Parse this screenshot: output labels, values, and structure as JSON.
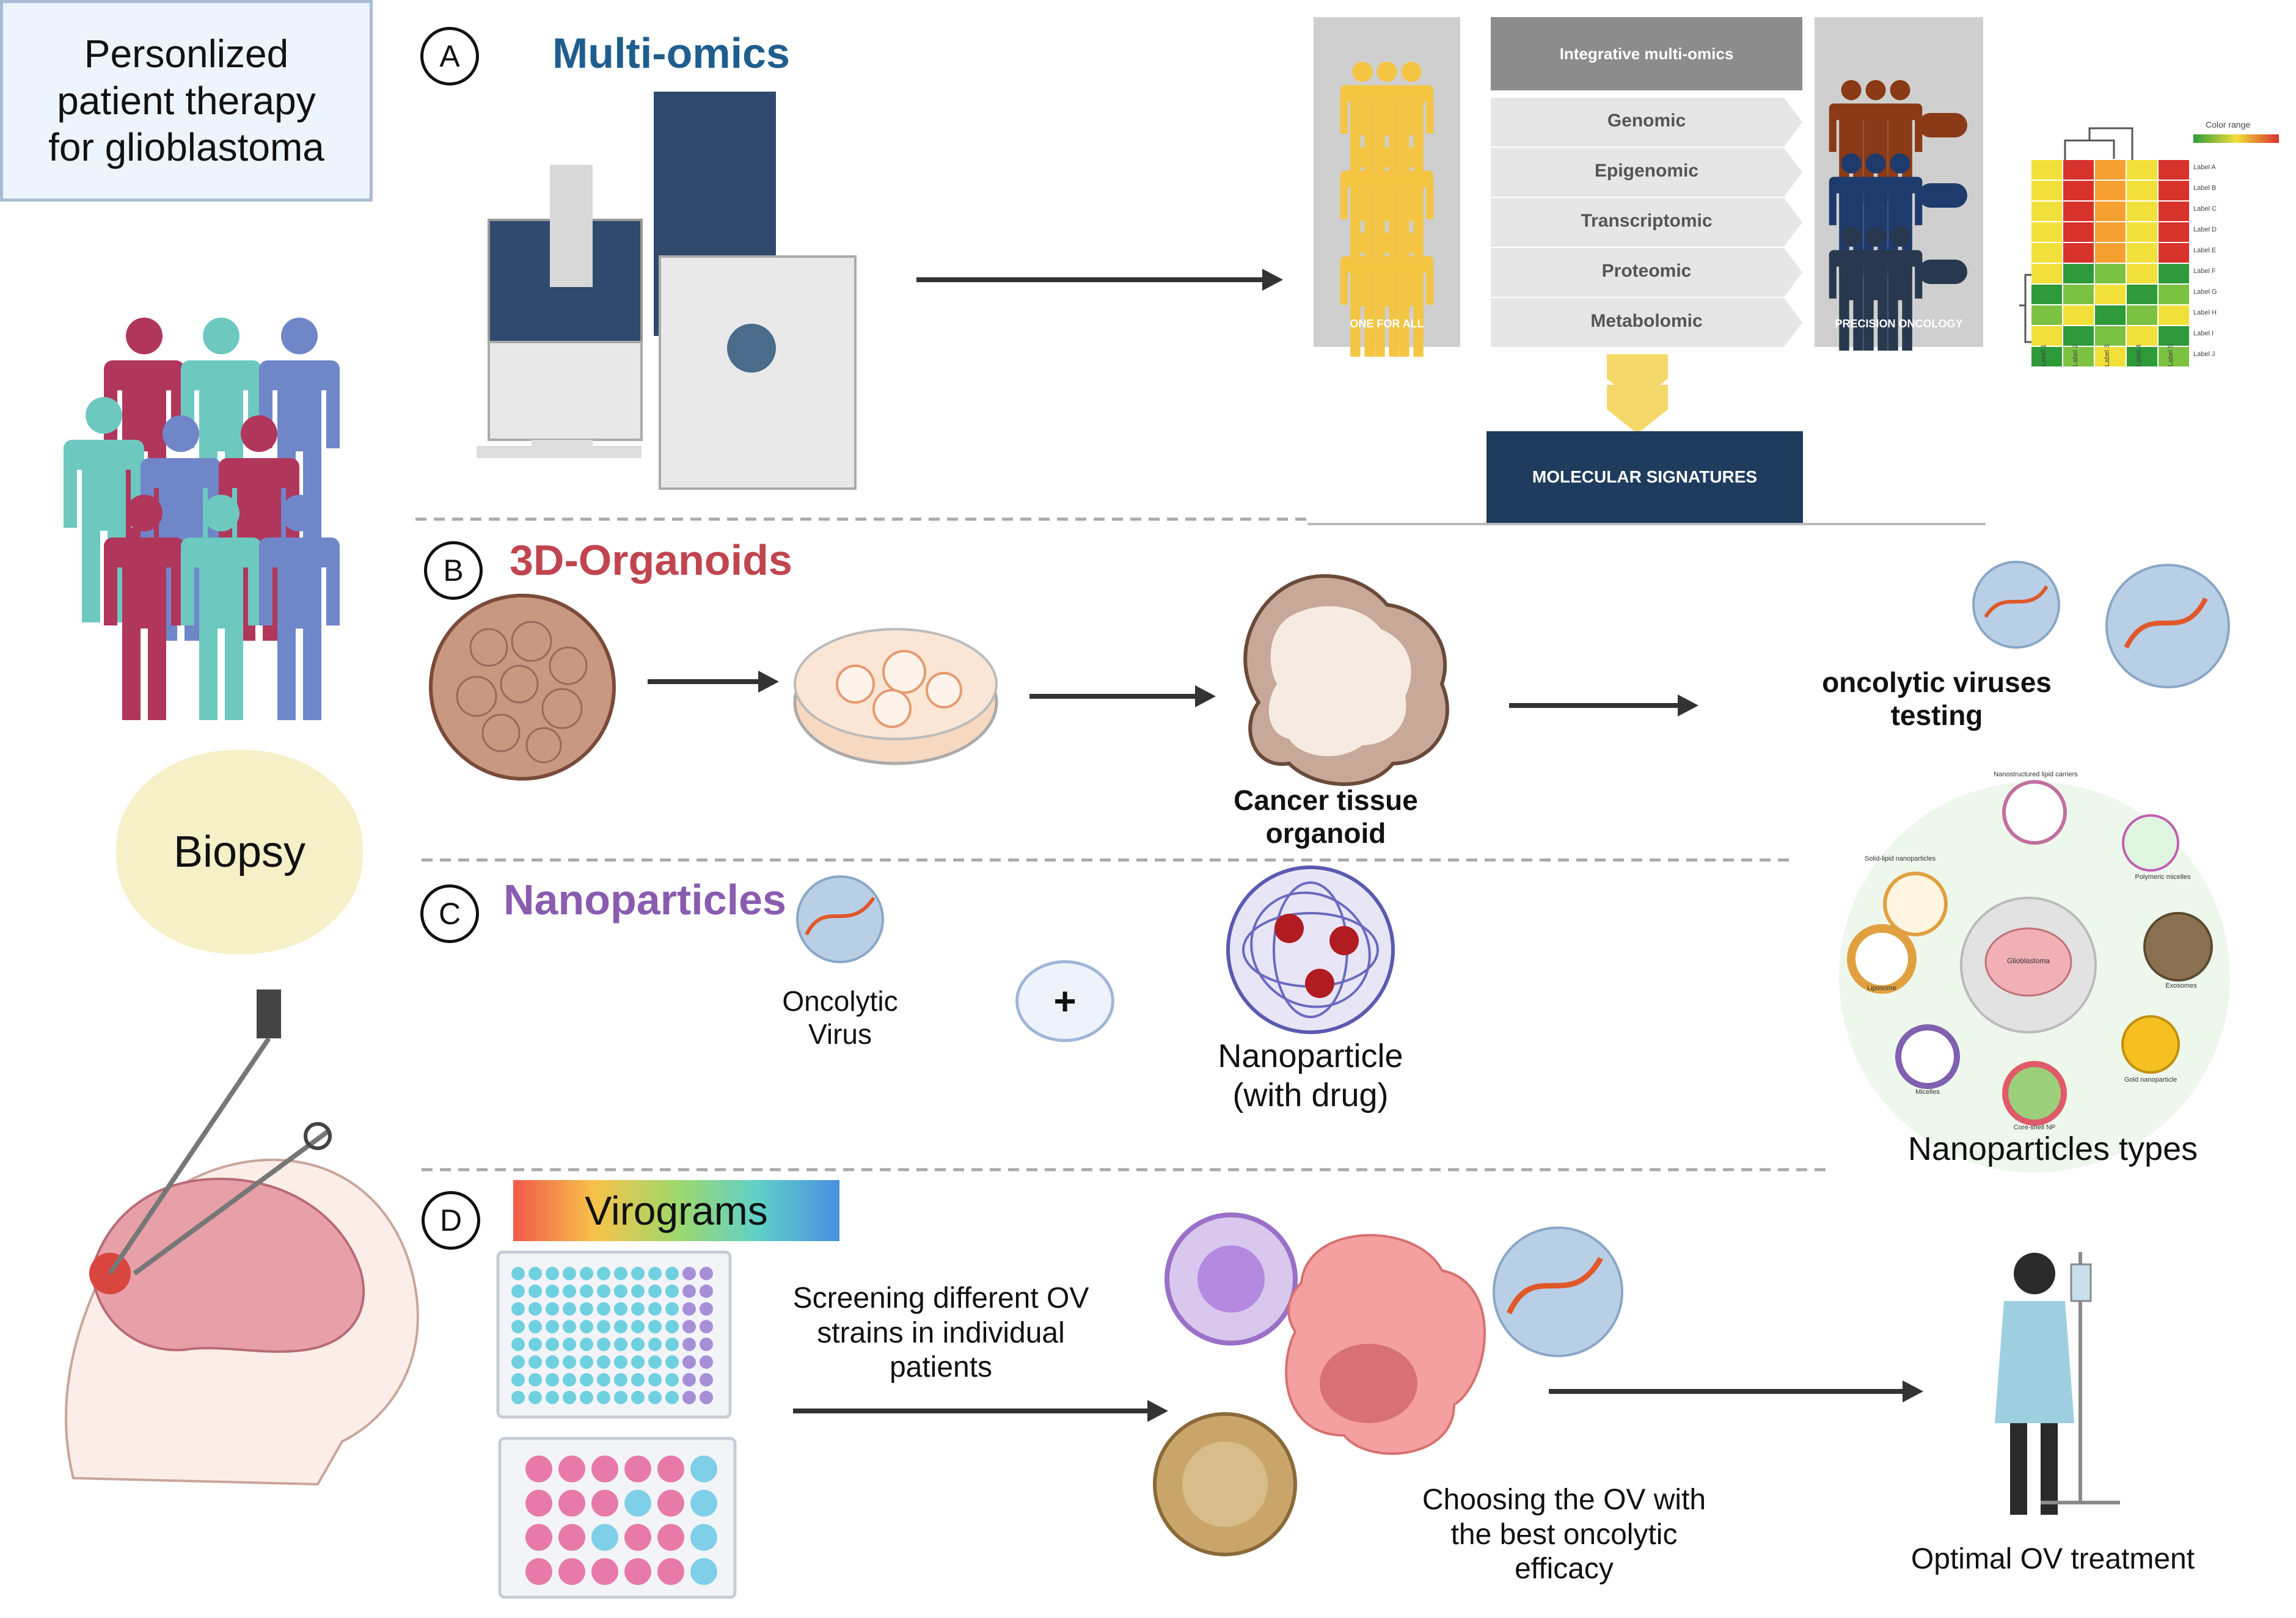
{
  "title": "Personlized\npatient therapy\nfor glioblastoma",
  "biopsy": "Biopsy",
  "sections": {
    "a": {
      "letter": "A",
      "title": "Multi-omics"
    },
    "b": {
      "letter": "B",
      "title": "3D-Organoids"
    },
    "c": {
      "letter": "C",
      "title": "Nanoparticles"
    },
    "d": {
      "letter": "D",
      "title": "Virograms"
    }
  },
  "omics": {
    "header": "Integrative multi-omics",
    "layers": [
      "Genomic",
      "Epigenomic",
      "Transcriptomic",
      "Proteomic",
      "Metabolomic"
    ],
    "one_for_all": "ONE FOR ALL",
    "precision": "PRECISION ONCOLOGY",
    "signatures": "MOLECULAR SIGNATURES",
    "color_range": "Color range",
    "heatmap_rows": [
      "Label A",
      "Label B",
      "Label C",
      "Label D",
      "Label E",
      "Label F",
      "Label G",
      "Label H",
      "Label I",
      "Label J"
    ],
    "heatmap_cols": [
      "Label 1",
      "Label 2",
      "Label 3",
      "Label 4",
      "Label 5"
    ]
  },
  "organoids": {
    "organoid_label": "Cancer tissue\norganoid",
    "viruses_label": "oncolytic viruses\ntesting"
  },
  "nano": {
    "ov_label": "Oncolytic\nVirus",
    "plus": "+",
    "np_label": "Nanoparticle\n(with drug)",
    "types_label": "Nanoparticles types",
    "center": "Glioblastoma",
    "types": [
      "Solid-lipid nanoparticles",
      "Nanostructured lipid carriers",
      "Polymeric micelles",
      "Liposome",
      "Exosomes",
      "Micelles",
      "Core-shell NP",
      "Gold nanoparticle"
    ]
  },
  "virograms": {
    "screening": "Screening different OV\nstrains in individual\npatients",
    "choosing": "Choosing the OV with\nthe best oncolytic\nefficacy",
    "optimal": "Optimal OV treatment"
  }
}
